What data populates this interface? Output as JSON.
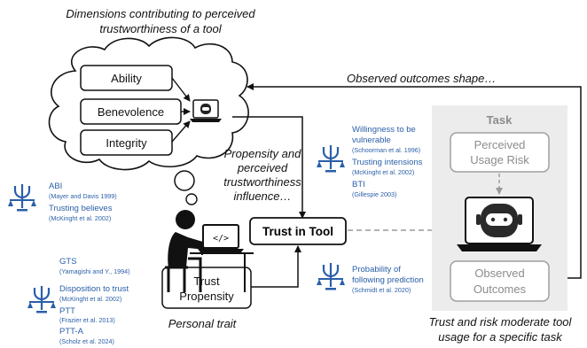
{
  "top_caption": [
    "Dimensions contributing to perceived",
    "trustworthiness of a tool"
  ],
  "dimensions": [
    "Ability",
    "Benevolence",
    "Integrity"
  ],
  "feedback_label": "Observed outcomes shape…",
  "influence_caption": [
    "Propensity and",
    "perceived",
    "trustworthiness",
    "influence…"
  ],
  "trust_in_tool": "Trust in Tool",
  "trust_propensity": [
    "Trust",
    "Propensity"
  ],
  "personal_trait": "Personal trait",
  "task": {
    "title": "Task",
    "perceived_risk": [
      "Perceived",
      "Usage Risk"
    ],
    "observed_outcomes": [
      "Observed",
      "Outcomes"
    ]
  },
  "bottom_right_caption": [
    "Trust and risk moderate tool",
    "usage for a specific task"
  ],
  "refs_left_top": [
    {
      "name": "ABI",
      "cite": "(Mayer and Davis 1999)"
    },
    {
      "name": "Trusting believes",
      "cite": "(McKinght et al. 2002)"
    }
  ],
  "refs_left_bottom": [
    {
      "name": "GTS",
      "cite": "(Yamagishi and Y., 1994)"
    },
    {
      "name": "Disposition to trust",
      "cite": "(McKinght et al. 2002)"
    },
    {
      "name": "PTT",
      "cite": "(Frazier et al. 2013)"
    },
    {
      "name": "PTT-A",
      "cite": "(Scholz et al. 2024)"
    }
  ],
  "refs_mid_top": [
    {
      "name": "Willingness to be",
      "name2": "vulnerable",
      "cite": "(Schoorman et al. 1996)"
    },
    {
      "name": "Trusting intensions",
      "cite": "(McKinght et al. 2002)"
    },
    {
      "name": "BTI",
      "cite": "(Gillespie  2003)"
    }
  ],
  "refs_mid_bottom": [
    {
      "name": "Probability of",
      "name2": "following prediction",
      "cite": "(Schmidt et al. 2020)"
    }
  ],
  "colors": {
    "citation_blue": "#2a5fa8",
    "task_grey": "#ececec",
    "task_outline": "#a0a0a0"
  },
  "icons": [
    "psi-scale-icon",
    "robot-laptop-icon",
    "person-at-computer-icon",
    "thought-bubble-icon"
  ]
}
